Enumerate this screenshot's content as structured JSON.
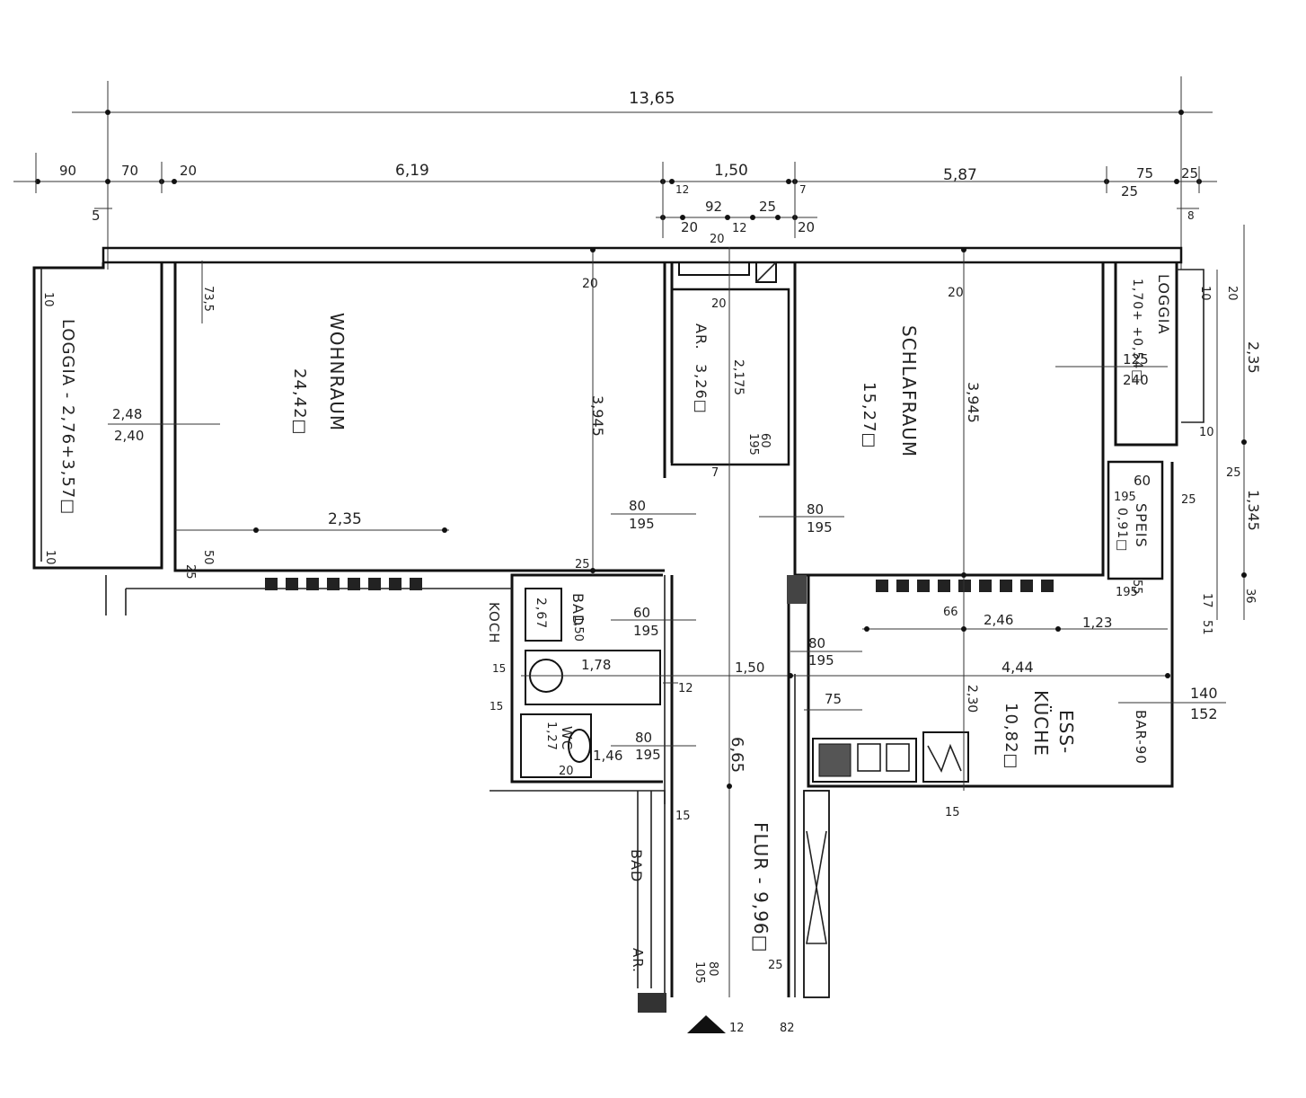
{
  "plan": {
    "total_width": "13,65",
    "top_dims": {
      "d90": "90",
      "d70": "70",
      "d20a": "20",
      "d619": "6,19",
      "d150": "1,50",
      "d587": "5,87",
      "d75": "75",
      "d25a": "25",
      "d5": "5",
      "d12a": "12",
      "d7a": "7",
      "d92": "92",
      "d25b": "25",
      "d20b": "20",
      "d20c": "20",
      "d12b": "12",
      "d20d": "20",
      "d25c": "25",
      "d8": "8",
      "d20e": "20"
    },
    "rooms": {
      "loggia_left": "LOGGIA - 2,76+3,57□",
      "wohnraum_name": "WOHNRAUM",
      "wohnraum_area": "24,42□",
      "ar_name": "AR.",
      "ar_area": "3,26□",
      "schlafraum_name": "SCHLAFRAUM",
      "schlafraum_area": "15,27□",
      "loggia_right": "LOGGIA",
      "loggia_right_area": "1,70+ +0,54□",
      "speis_name": "SPEIS",
      "speis_area": "0,91□",
      "bad_name": "BAD",
      "bad_area": "2,67",
      "wc_name": "WC",
      "wc_area": "1,27",
      "ess_name": "ESS-",
      "kueche_name": "KÜCHE",
      "kueche_area": "10,82□",
      "flur": "FLUR - 9,96□",
      "koch": "KOCH",
      "bad2": "BAD",
      "ar2": "AR.",
      "bar": "BAR-90"
    },
    "dims": {
      "m248": "2,48",
      "m240": "2,40",
      "m235": "2,35",
      "m945": "3,945",
      "m2175": "2,175",
      "m60a": "60",
      "m195a": "195",
      "m80a": "80",
      "m195b": "195",
      "m80b": "80",
      "m195c": "195",
      "m945b": "3,945",
      "m125": "125",
      "m240b": "240",
      "m235r": "2,35",
      "m134": "1,345",
      "m60b": "60",
      "m195d": "195",
      "m55": "55",
      "m195e": "195",
      "m246": "2,46",
      "m123": "1,23",
      "m150": "1,50",
      "m178": "1,78",
      "m150b": "1,50",
      "m444": "4,44",
      "m12c": "12",
      "m80c": "80",
      "m195f": "195",
      "m75b": "75",
      "m230": "2,30",
      "m140": "140",
      "m152": "152",
      "m80d": "80",
      "m195g": "195",
      "m146": "1,46",
      "m665": "6,65",
      "m80e": "80",
      "m105": "105",
      "m15a": "15",
      "m15b": "15",
      "m15c": "15",
      "m25d": "25",
      "m25e": "25",
      "m25f": "25",
      "m25g": "25",
      "m10a": "10",
      "m10b": "10",
      "m10c": "10",
      "m10d": "10",
      "m20f": "20",
      "m20g": "20",
      "m20h": "20",
      "m50": "50",
      "m25h": "25",
      "m735": "73,5",
      "m17": "17",
      "m51": "51",
      "m36": "36",
      "m66": "66",
      "m7b": "7",
      "m12d": "12",
      "m82": "82",
      "m20i": "20",
      "m60c": "60",
      "m195h": "195"
    }
  }
}
